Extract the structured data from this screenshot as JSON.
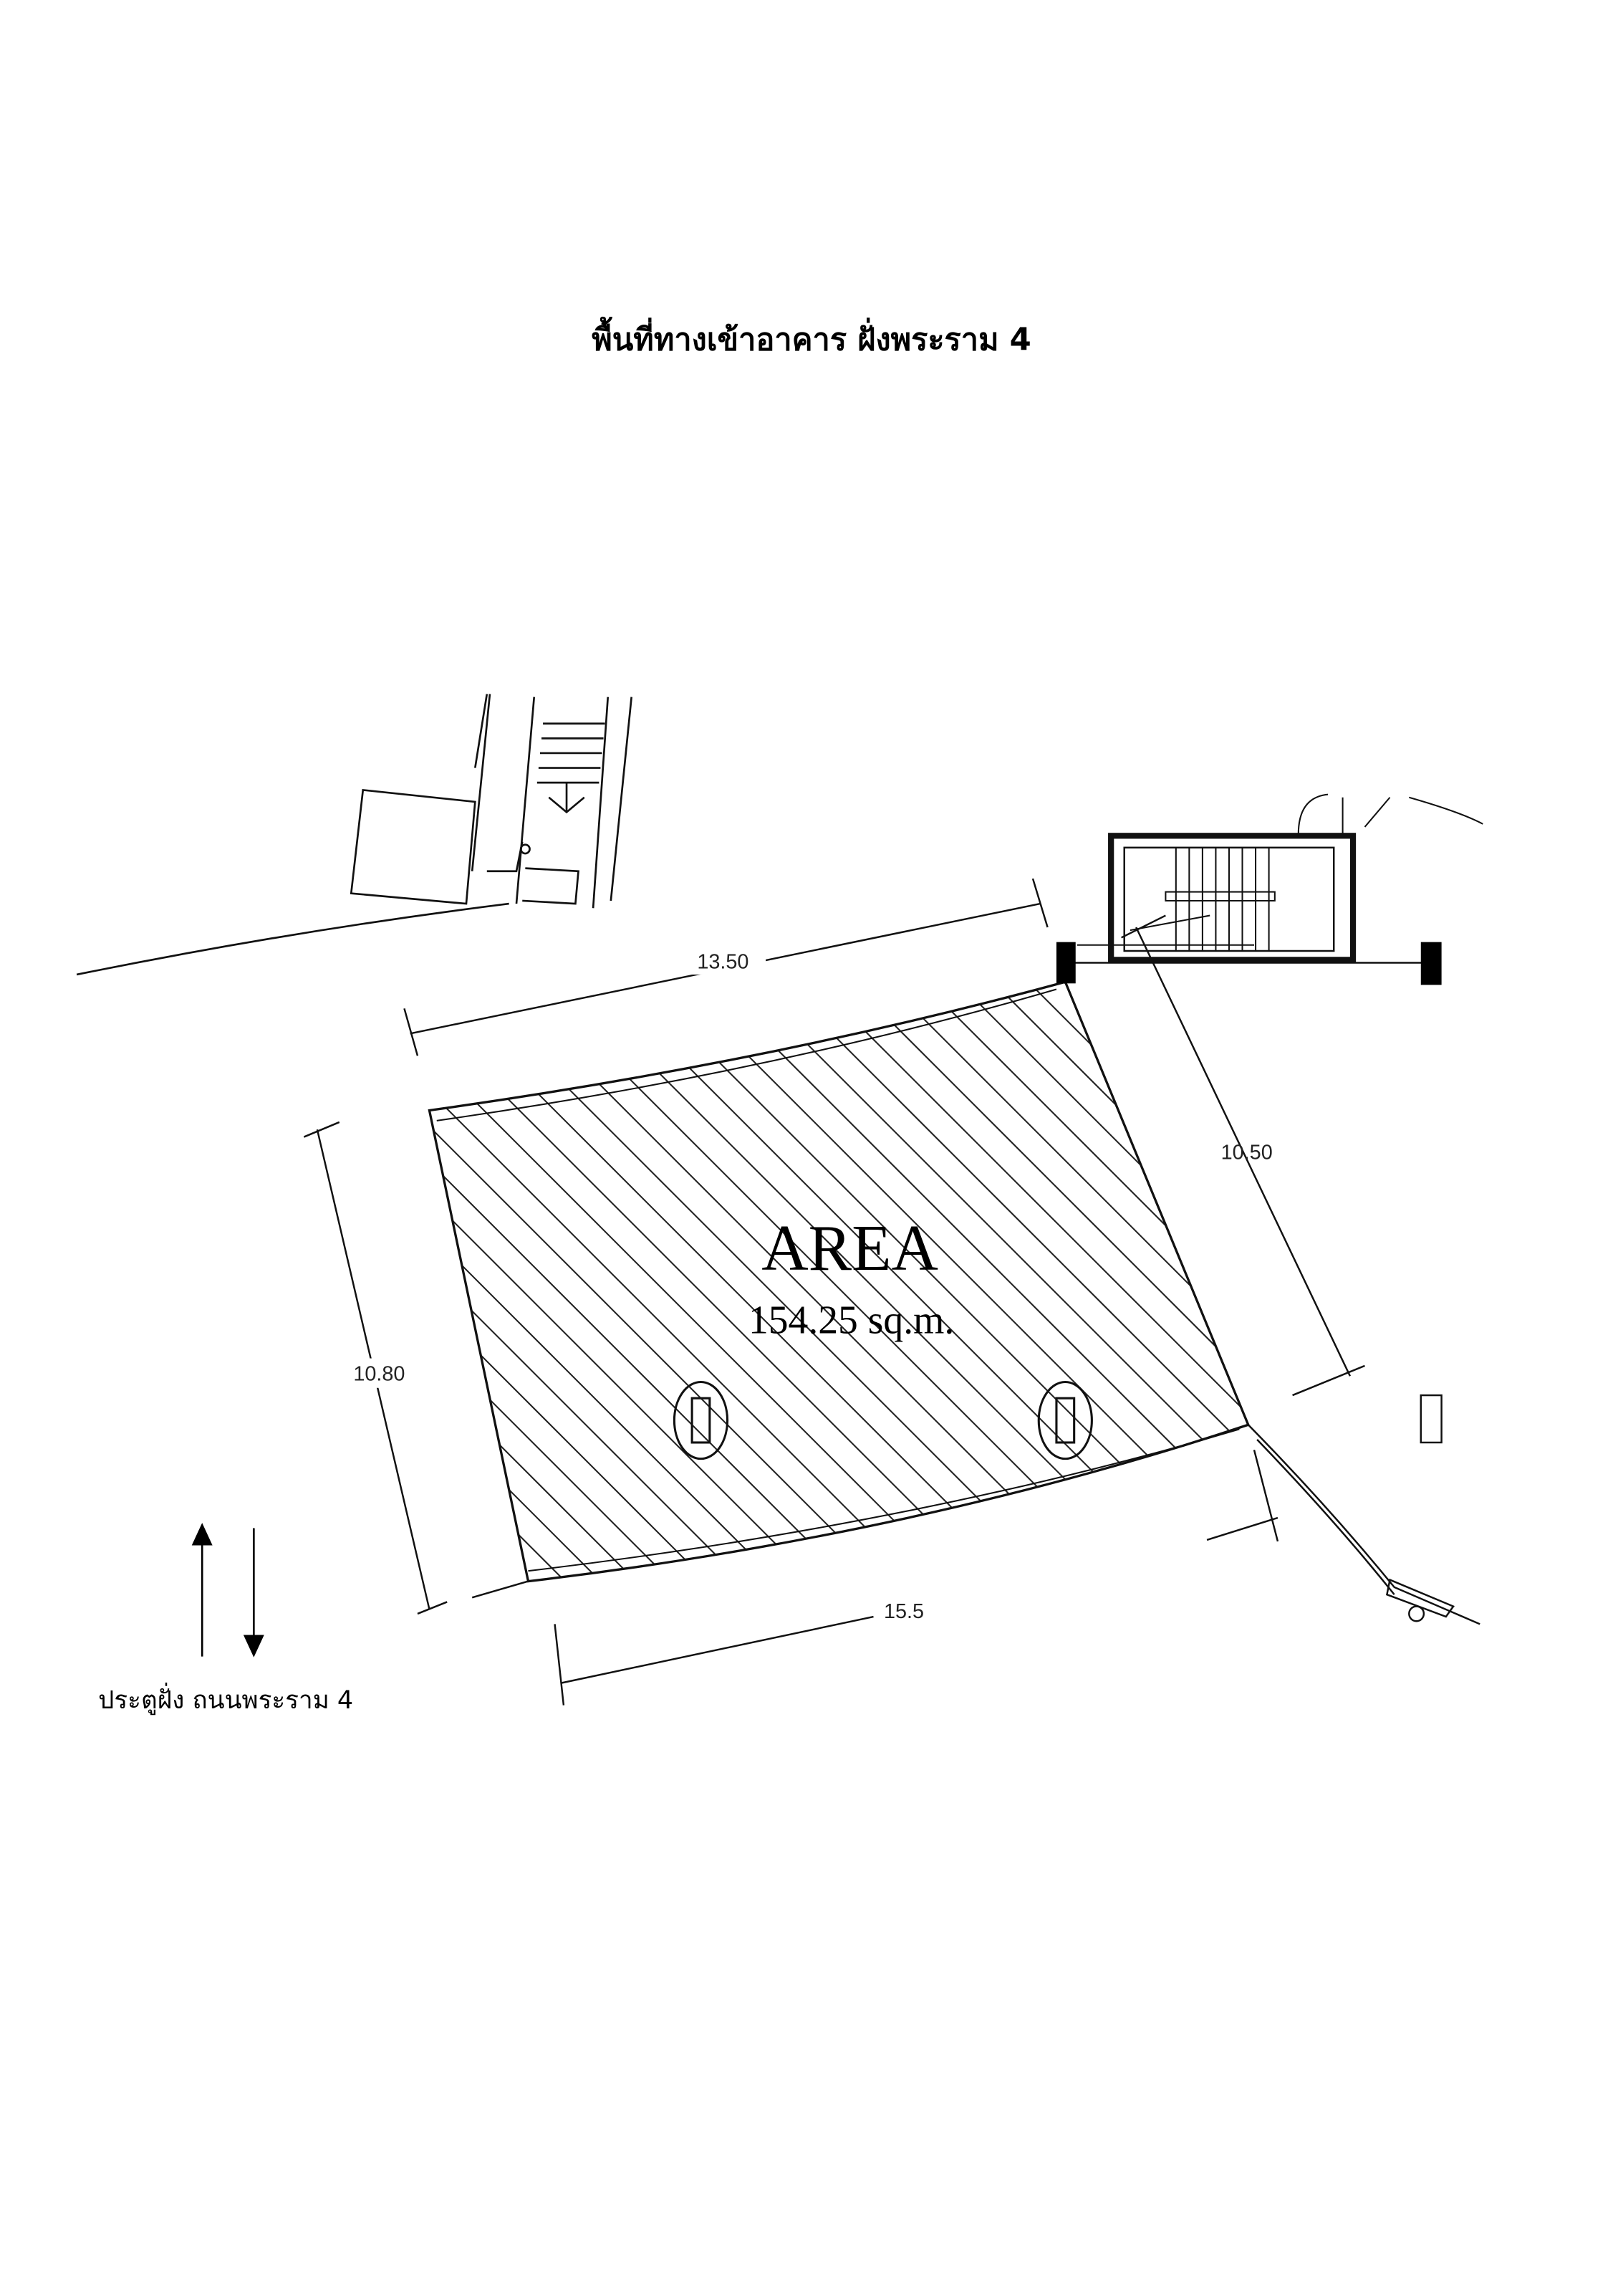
{
  "title": "พื้นที่ทางเข้าอาคาร ฝั่งพระราม 4",
  "area": {
    "label": "AREA",
    "value": "154.25 sq.m."
  },
  "dimensions": {
    "top": "13.50",
    "right": "10.50",
    "left": "10.80",
    "bottom": "15.5"
  },
  "gate_label": "ประตูฝั่ง ถนนพระราม 4"
}
